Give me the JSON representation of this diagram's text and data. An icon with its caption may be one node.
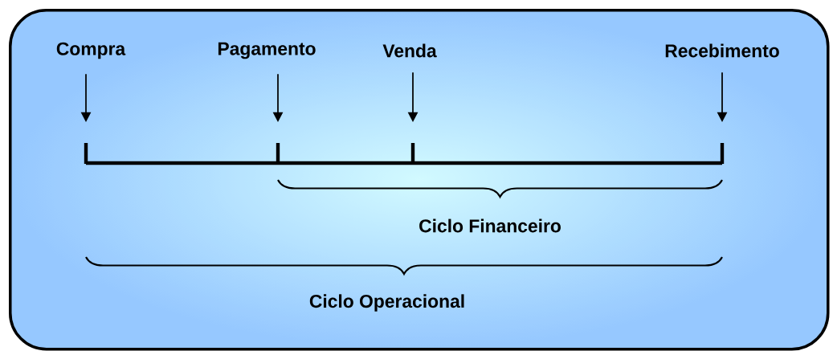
{
  "diagram": {
    "nodes": [
      {
        "text": [],
        "shape": "box"
      },
      {
        "text": [
          "Compra"
        ],
        "in": 0
      },
      {
        "text": [
          "Pagamento"
        ],
        "in": 0
      },
      {
        "text": [
          "Venda"
        ],
        "in": 0
      },
      {
        "text": [
          "Recebimento"
        ],
        "in": 0
      }
    ],
    "edges": [
      {
        "from": 1,
        "to": null,
        "arrow": "to"
      },
      {
        "from": 2,
        "to": null,
        "arrow": "to"
      },
      {
        "from": 3,
        "to": null,
        "arrow": "to"
      },
      {
        "from": 4,
        "to": null,
        "arrow": "to"
      }
    ],
    "labels": [
      "Ciclo Financeiro",
      "Ciclo Operacional"
    ]
  }
}
